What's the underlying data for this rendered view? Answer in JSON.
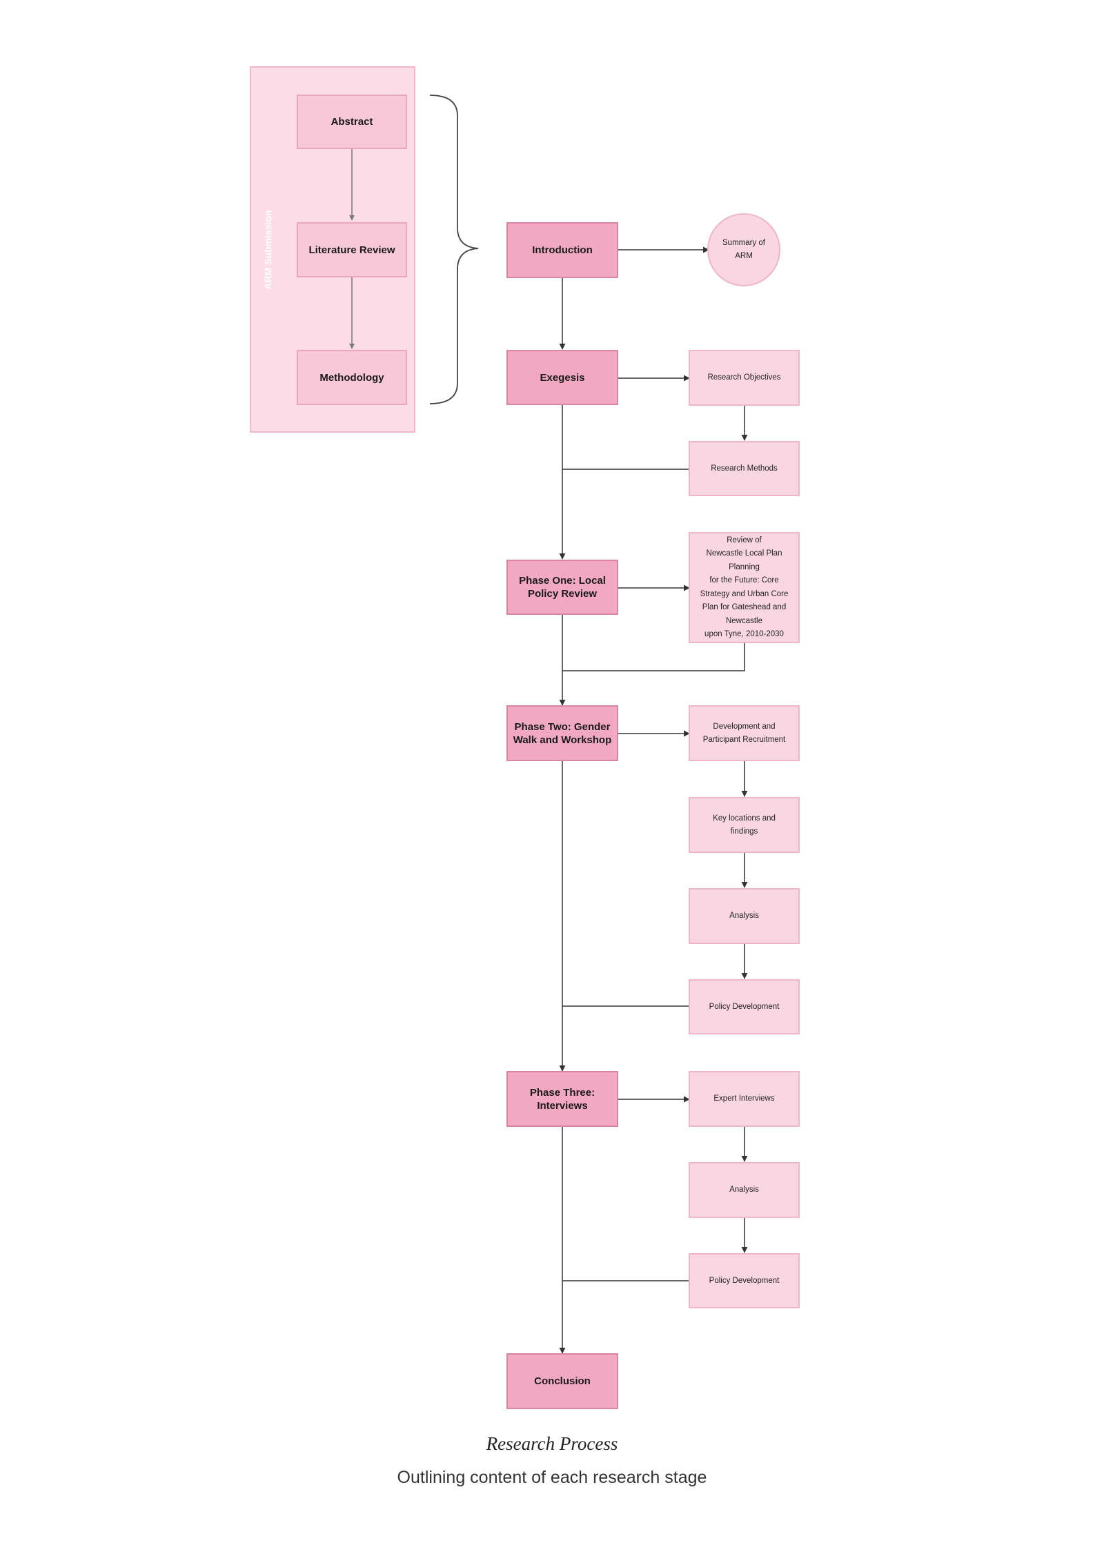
{
  "arm": {
    "label": "ARM Submission",
    "items": {
      "abstract": "Abstract",
      "literature_review": "Literature Review",
      "methodology": "Methodology"
    }
  },
  "stages": {
    "introduction": "Introduction",
    "exegesis": "Exegesis",
    "phase_one": "Phase One: Local\nPolicy Review",
    "phase_two": "Phase Two: Gender\nWalk and Workshop",
    "phase_three": "Phase Three:\nInterviews",
    "conclusion": "Conclusion"
  },
  "details": {
    "summary_arm": "Summary of\nARM",
    "research_objectives": "Research Objectives",
    "research_methods": "Research Methods",
    "local_plan_review": "Review of\nNewcastle Local Plan\nPlanning\nfor the Future: Core\nStrategy and Urban Core\nPlan for Gateshead and\nNewcastle\nupon Tyne, 2010-2030",
    "development_recruitment": "Development and\nParticipant Recruitment",
    "key_locations": "Key locations and\nfindings",
    "analysis_two": "Analysis",
    "policy_development_two": "Policy Development",
    "expert_interviews": "Expert Interviews",
    "analysis_three": "Analysis",
    "policy_development_three": "Policy Development"
  },
  "caption": {
    "title": "Research Process",
    "subtitle": "Outlining content of each research stage"
  },
  "colors": {
    "arm_panel": "#fcdde7",
    "main_stage": "#f2a8c2",
    "sub_stage": "#fad6e2",
    "connector": "#333333"
  }
}
